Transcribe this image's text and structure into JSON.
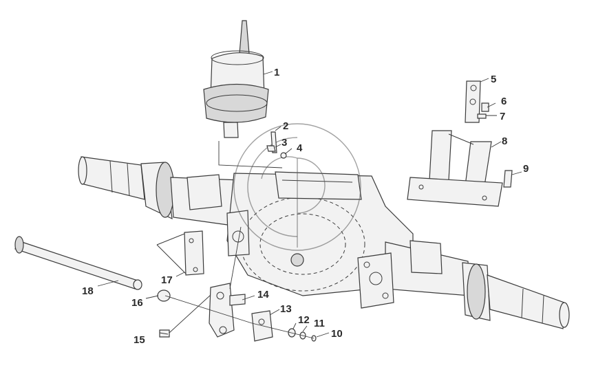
{
  "diagram": {
    "callouts": {
      "c1": "1",
      "c2": "2",
      "c3": "3",
      "c4": "4",
      "c5": "5",
      "c6": "6",
      "c7": "7",
      "c8": "8",
      "c9": "9",
      "c10": "10",
      "c11": "11",
      "c12": "12",
      "c13": "13",
      "c14": "14",
      "c15": "15",
      "c16": "16",
      "c17": "17",
      "c18": "18"
    },
    "colors": {
      "line": "#3a3a3a",
      "fill": "#f2f2f2",
      "background": "#ffffff"
    }
  }
}
